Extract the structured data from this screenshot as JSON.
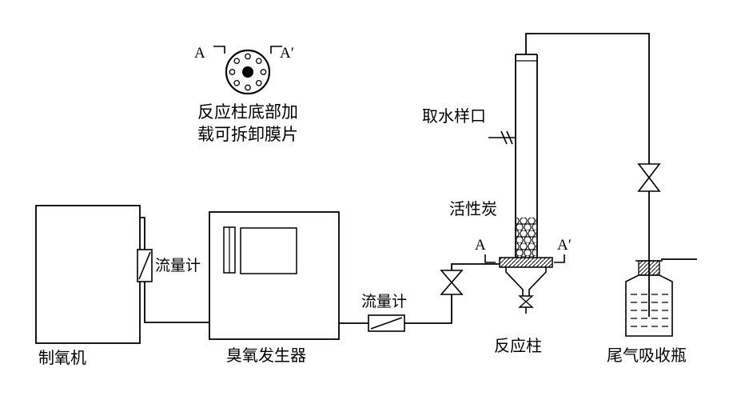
{
  "diagram": {
    "background": "#ffffff",
    "line_color": "#000000",
    "labels": {
      "oxygen_generator": "制氧机",
      "ozone_generator": "臭氧发生器",
      "flowmeter_left": "流量计",
      "flowmeter_mid": "流量计",
      "water_sampling_port": "取水样口",
      "activated_carbon": "活性炭",
      "reaction_column": "反应柱",
      "tail_gas_bottle": "尾气吸收瓶",
      "membrane_note_line1": "反应柱底部加",
      "membrane_note_line2": "载可拆卸膜片",
      "section_top_left": "A",
      "section_top_right": "A′",
      "section_col_left": "A",
      "section_col_right": "A′"
    }
  }
}
